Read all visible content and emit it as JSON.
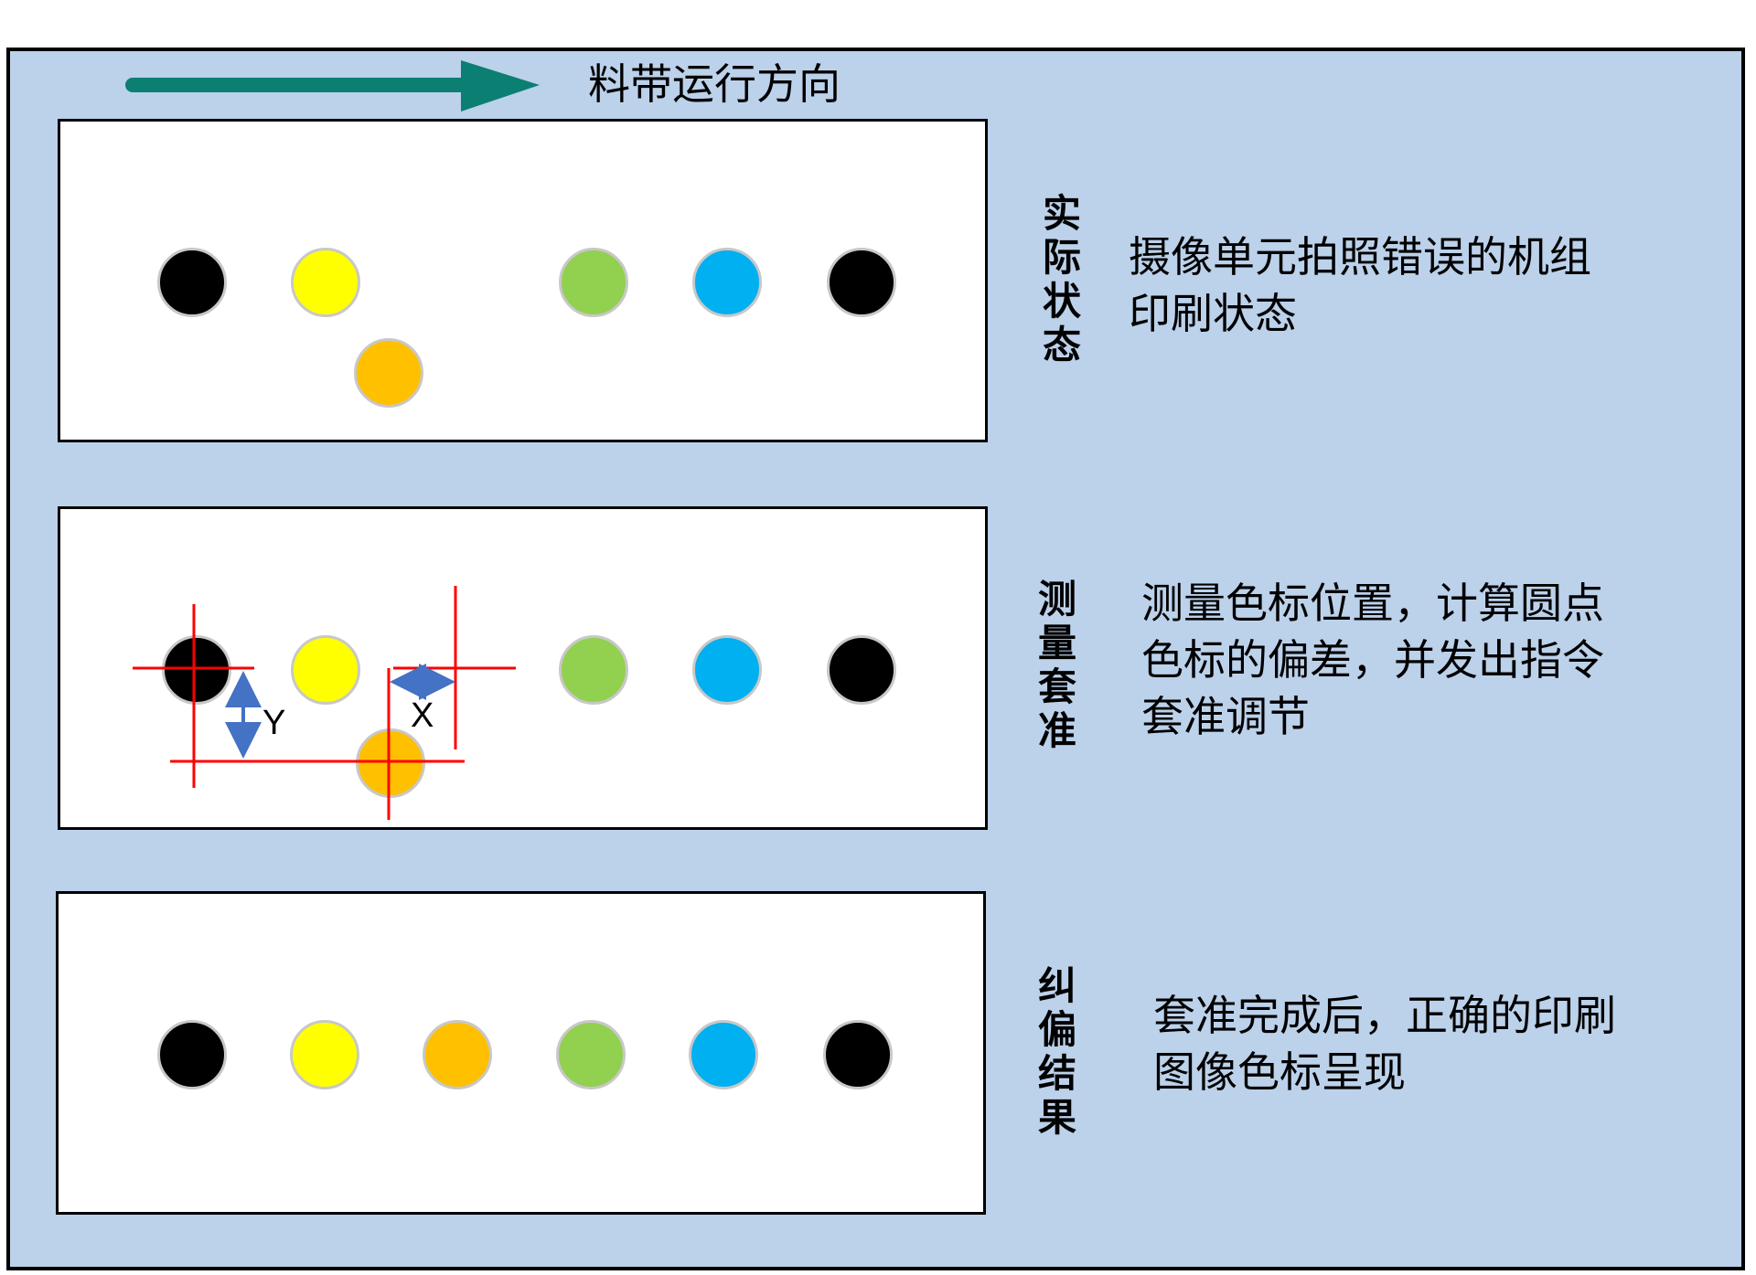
{
  "direction": {
    "label": "料带运行方向",
    "arrow_color": "#0b7f72"
  },
  "colors": {
    "background": "#bcd1ea",
    "panel": "#ffffff",
    "black": "#000000",
    "yellow": "#ffff00",
    "orange": "#ffc000",
    "green": "#92d050",
    "blue": "#00b0f0",
    "measure_line": "#ff0000",
    "measure_arrow": "#4472c4"
  },
  "sections": [
    {
      "title": "实际状态",
      "title_chars": [
        "实",
        "际",
        "状",
        "态"
      ],
      "description_lines": [
        "摄像单元拍照错误的机组",
        "印刷状态"
      ]
    },
    {
      "title": "测量套准",
      "title_chars": [
        "测",
        "量",
        "套",
        "准"
      ],
      "description_lines": [
        "测量色标位置，计算圆点",
        "色标的偏差，并发出指令",
        "套准调节"
      ],
      "measurements": {
        "x_label": "X",
        "y_label": "Y"
      }
    },
    {
      "title": "纠偏结果",
      "title_chars": [
        "纠",
        "偏",
        "结",
        "果"
      ],
      "description_lines": [
        "套准完成后，正确的印刷",
        "图像色标呈现"
      ]
    }
  ],
  "marks_order": [
    "black",
    "yellow",
    "orange",
    "green",
    "blue",
    "black"
  ]
}
